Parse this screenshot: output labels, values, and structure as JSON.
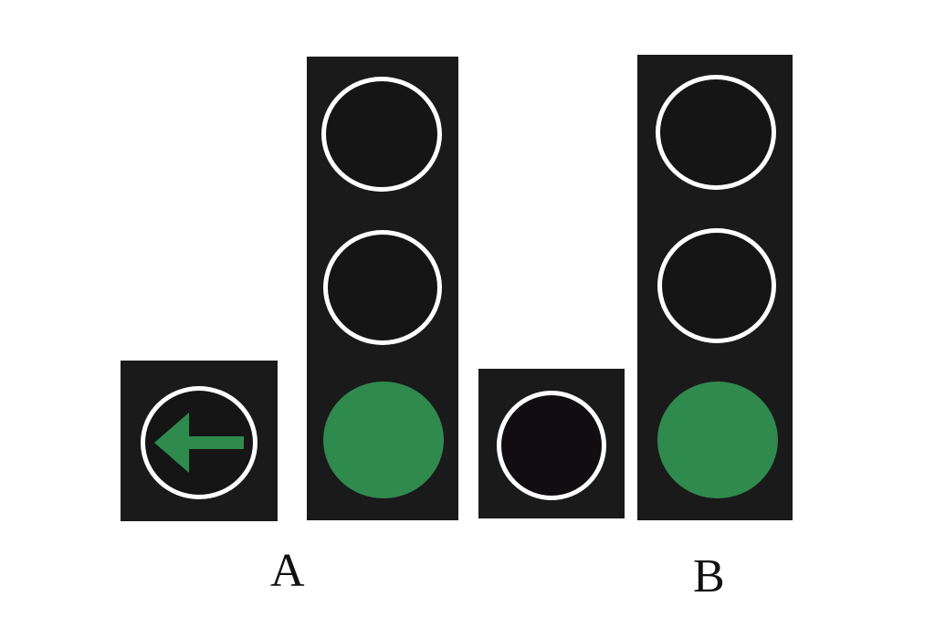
{
  "colors": {
    "housing": "#1a1a1a",
    "green_lamp": "#2f8a4e",
    "ring": "#ffffff",
    "black_lamp": "#120d10",
    "background": "#ffffff"
  },
  "group_a": {
    "label": "A",
    "arrow_signal": {
      "icon": "left-arrow-icon",
      "state": "green"
    },
    "three_light_signal": [
      "off",
      "off",
      "green"
    ]
  },
  "group_b": {
    "label": "B",
    "round_signal": {
      "state": "black"
    },
    "three_light_signal": [
      "off",
      "off",
      "green"
    ]
  }
}
